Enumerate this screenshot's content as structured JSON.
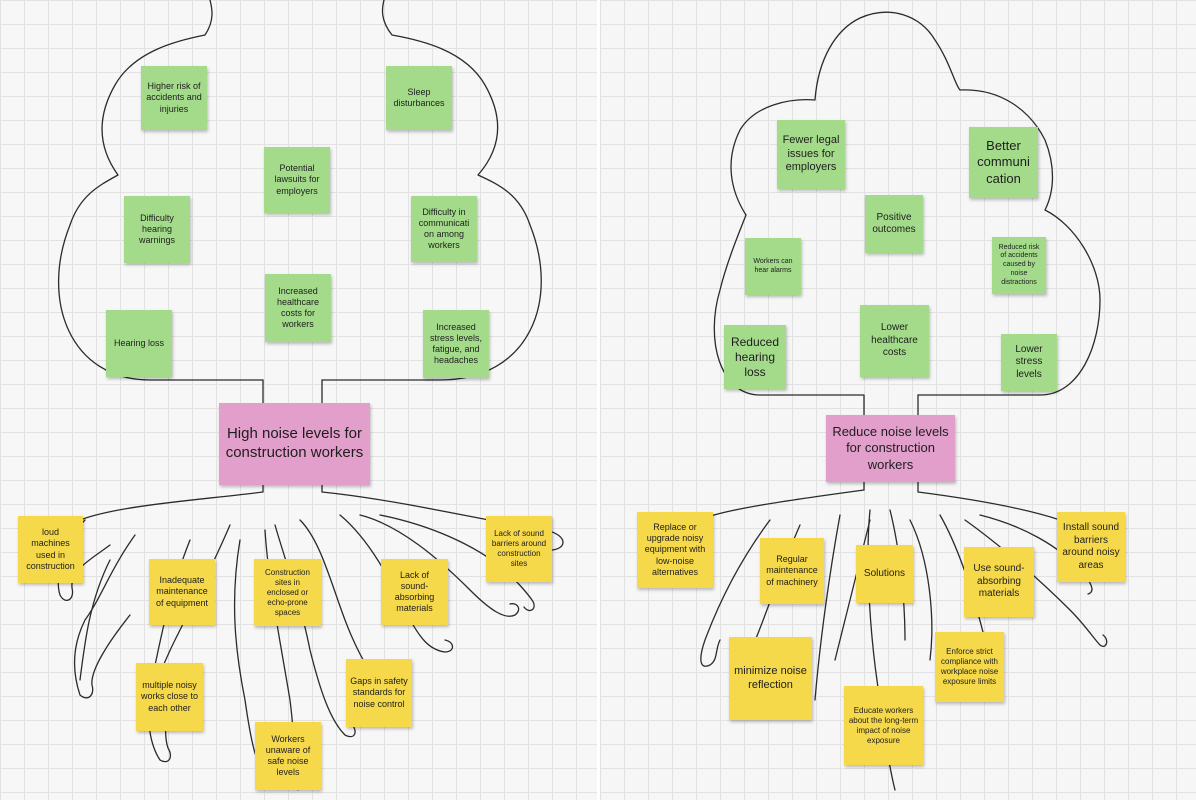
{
  "colors": {
    "leaf_note": "#a3db8b",
    "root_note": "#f6d94a",
    "trunk_note": "#e39fcb",
    "outline": "#2b2b2b",
    "grid": "#e2e2e2"
  },
  "problem_tree": {
    "trunk": "High noise levels for construction workers",
    "effects": [
      "Higher risk of accidents and injuries",
      "Sleep disturbances",
      "Potential lawsuits  for employers",
      "Difficulty hearing warnings",
      "Difficulty in communicati on among workers",
      "Increased healthcare costs for workers",
      "Hearing loss",
      "Increased stress levels, fatigue, and headaches"
    ],
    "causes": [
      "loud machines used in construction",
      "Lack of sound barriers around construction sites",
      "Inadequate maintenance of equipment",
      "Construction sites in enclosed or echo-prone spaces",
      "Lack of sound-absorbing materials",
      "multiple noisy works close to each other",
      "Gaps in safety standards for noise control",
      "Workers unaware of safe noise levels"
    ]
  },
  "solution_tree": {
    "trunk": "Reduce noise levels for construction workers",
    "outcomes": [
      "Fewer legal issues for employers",
      "Better communi cation",
      "Positive outcomes",
      "Workers can hear alarms",
      "Reduced risk of accidents caused by noise distractions",
      "Reduced hearing loss",
      "Lower healthcare costs",
      "Lower stress levels"
    ],
    "actions": [
      "Replace or upgrade noisy equipment with low-noise alternatives",
      "Install sound barriers around noisy areas",
      "Regular maintenance of machinery",
      "Solutions",
      "Use sound-absorbing materials",
      "Enforce strict compliance with workplace noise exposure limits",
      "minimize noise reflection",
      "Educate workers about the long-term impact of noise exposure"
    ]
  }
}
